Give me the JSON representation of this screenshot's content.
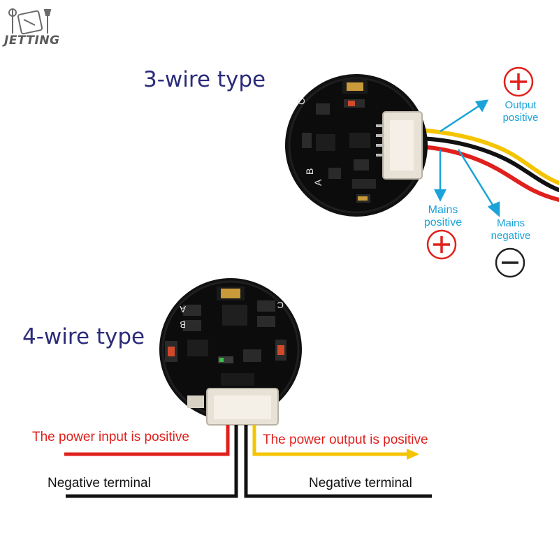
{
  "logo": {
    "text": "JETTING"
  },
  "three_wire": {
    "title": "3-wire type",
    "output_positive": "Output\npositive",
    "mains_positive": "Mains\npositive",
    "mains_negative": "Mains\nnegative",
    "plus_symbol": "+",
    "minus_symbol": "−",
    "board_letters": [
      "C",
      "B",
      "A"
    ]
  },
  "four_wire": {
    "title": "4-wire type",
    "power_input_label": "The power input is positive",
    "power_output_label": "The power output is positive",
    "negative_left": "Negative terminal",
    "negative_right": "Negative terminal",
    "board_letters": [
      "A",
      "B",
      "C"
    ]
  },
  "colors": {
    "title_color": "#2b2b7a",
    "arrow_color": "#1aa3d8",
    "label_red": "#e0201c",
    "wire_red": "#e0201c",
    "wire_yellow": "#f5c400",
    "wire_black": "#111111",
    "board": "#0c0c0c"
  }
}
